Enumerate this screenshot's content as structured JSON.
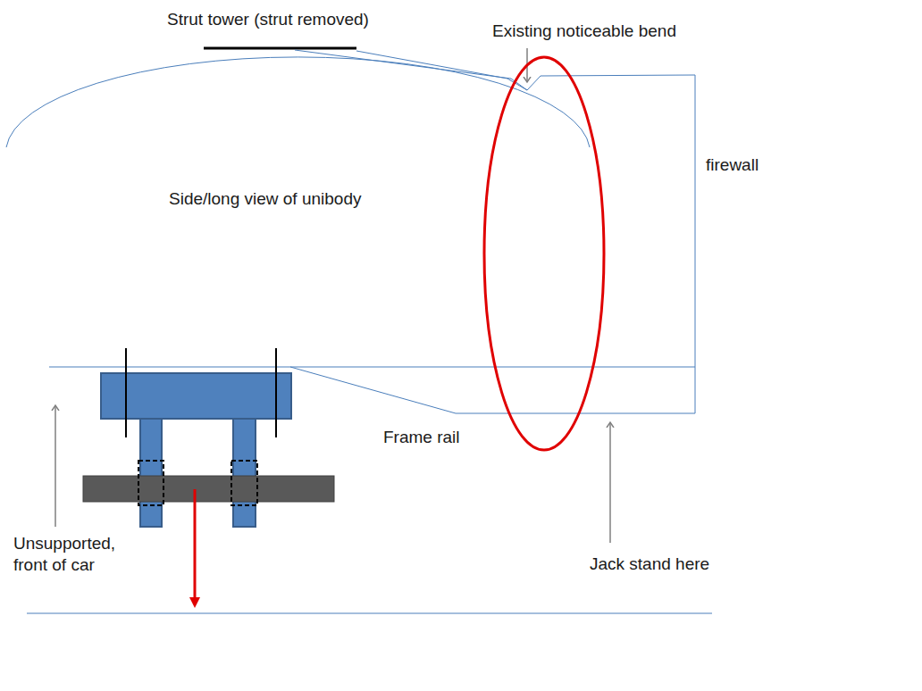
{
  "diagram": {
    "labels": [
      "Strut tower (strut removed)",
      "Existing noticeable bend",
      "firewall",
      "Side/long view of unibody",
      "Frame rail",
      "Unsupported, front of car",
      "Jack stand here"
    ]
  }
}
